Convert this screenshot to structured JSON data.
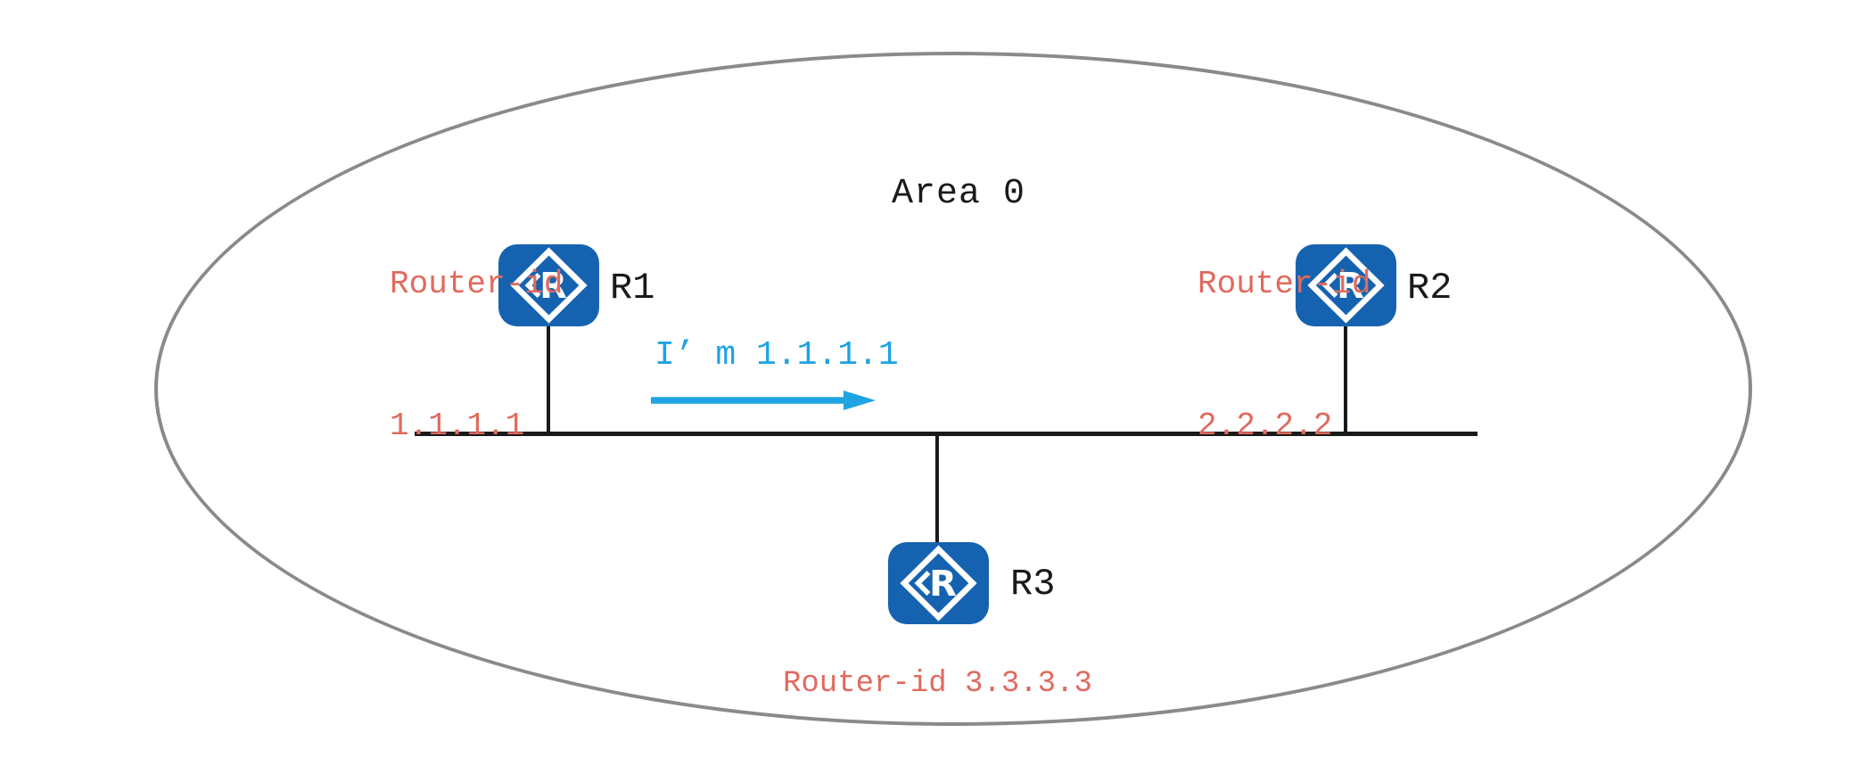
{
  "area": {
    "label": "Area 0"
  },
  "message": {
    "text": "I’ m 1.1.1.1"
  },
  "routers": {
    "r1": {
      "name": "R1",
      "router_id_label": "Router-id",
      "router_id": "1.1.1.1",
      "icon_letter": "R"
    },
    "r2": {
      "name": "R2",
      "router_id_label": "Router-id",
      "router_id": "2.2.2.2",
      "icon_letter": "R"
    },
    "r3": {
      "name": "R3",
      "router_id_caption": "Router-id 3.3.3.3",
      "icon_letter": "R"
    }
  },
  "colors": {
    "router_icon_blue": "#1563b0",
    "router_id_text_red": "#e06a5e",
    "message_text_blue": "#1fa3e3",
    "area_border_gray": "#8a8a8a",
    "line_black": "#1a1a1a",
    "background": "#ffffff"
  }
}
